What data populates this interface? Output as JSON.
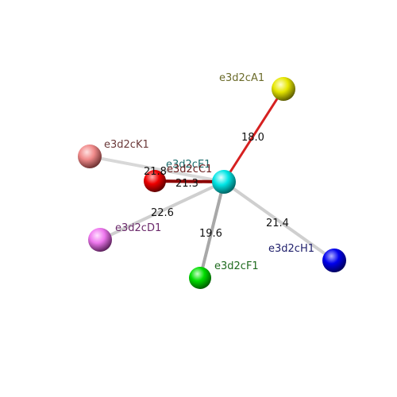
{
  "center": {
    "name": "e3d2cE1",
    "color": "#00e5e5",
    "label_color": "#1a6b6b"
  },
  "nodes": [
    {
      "id": "A1",
      "name": "e3d2cA1",
      "color": "#e6e600",
      "label_color": "#6b6b2a",
      "distance": "18.0",
      "bond_color": "#d62020"
    },
    {
      "id": "K1",
      "name": "e3d2cK1",
      "color": "#f08a8a",
      "label_color": "#6b3a3a",
      "distance": "21.8",
      "bond_color": "#d8d8d8"
    },
    {
      "id": "C1",
      "name": "e3d2cC1",
      "color": "#ee0000",
      "label_color": "#6b1f1f",
      "distance": "21.3",
      "bond_color": "#8b0000"
    },
    {
      "id": "D1",
      "name": "e3d2cD1",
      "color": "#ee77ee",
      "label_color": "#6b2a6b",
      "distance": "22.6",
      "bond_color": "#cfcfcf"
    },
    {
      "id": "F1",
      "name": "e3d2cF1",
      "color": "#00dd00",
      "label_color": "#1f6b1f",
      "distance": "19.6",
      "bond_color": "#a8a8a8"
    },
    {
      "id": "H1",
      "name": "e3d2cH1",
      "color": "#0000ee",
      "label_color": "#1f1f6b",
      "distance": "21.4",
      "bond_color": "#cfcfcf"
    }
  ]
}
